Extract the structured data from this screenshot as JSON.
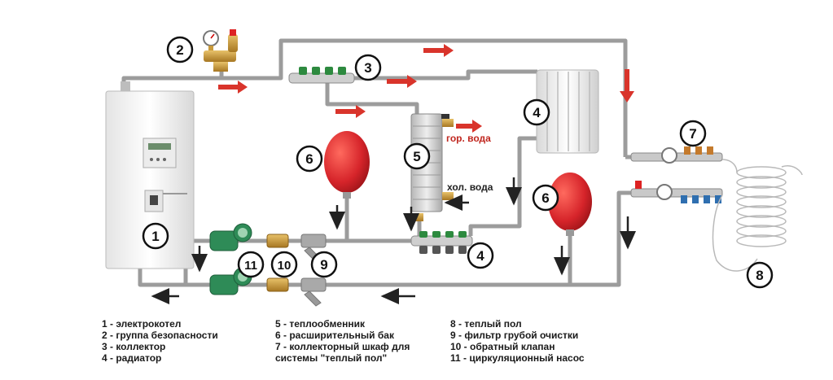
{
  "labels": {
    "hot_water": "гор. вода",
    "cold_water": "хол. вода"
  },
  "callouts": [
    "1",
    "2",
    "3",
    "4",
    "4",
    "5",
    "6",
    "6",
    "7",
    "8",
    "9",
    "10",
    "11"
  ],
  "legend": {
    "col1": [
      "1 - электрокотел",
      "2 - группа безопасности",
      "3 - коллектор",
      "4 - радиатор"
    ],
    "col2": [
      "5 - теплообменник",
      "6 - расширительный бак",
      "7 - коллекторный шкаф для",
      "системы \"теплый пол\""
    ],
    "col3": [
      "8 - теплый пол",
      "9 - фильтр грубой очистки",
      "10 - обратный клапан",
      "11 - циркуляционный насос"
    ]
  },
  "colors": {
    "pipe": "#9a9a9a",
    "hot_arrow": "#d9342b",
    "cold_arrow": "#222222",
    "tank": "#d6242a",
    "pump": "#2e8b57",
    "brass": "#c89a3c",
    "boiler": "#f2f2f2"
  }
}
